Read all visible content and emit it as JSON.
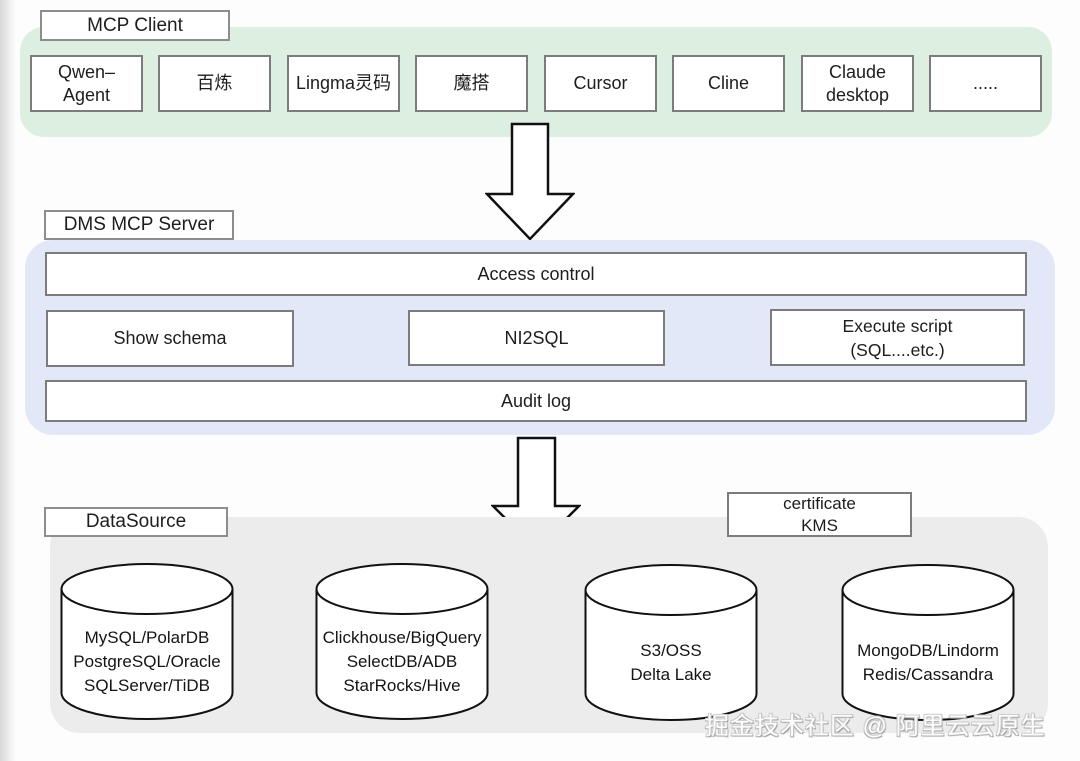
{
  "page": {
    "watermark": "掘金技术社区 @ 阿里云云原生"
  },
  "colors": {
    "client_bg": "#dcefe0",
    "server_bg": "#e3e8f8",
    "datasource_bg": "#ececec",
    "box_border": "#7c7c7c",
    "text": "#1d1d1d"
  },
  "client_section": {
    "label": "MCP Client",
    "items": [
      {
        "label": "Qwen–\nAgent"
      },
      {
        "label": "百炼"
      },
      {
        "label": "Lingma灵码"
      },
      {
        "label": "魔搭"
      },
      {
        "label": "Cursor"
      },
      {
        "label": "Cline"
      },
      {
        "label": "Claude\ndesktop"
      },
      {
        "label": "....."
      }
    ]
  },
  "server_section": {
    "label": "DMS MCP Server",
    "access_control": "Access control",
    "show_schema": "Show schema",
    "nl2sql": "NI2SQL",
    "execute_script": "Execute script\n(SQL....etc.)",
    "audit_log": "Audit log"
  },
  "datasource_section": {
    "label": "DataSource",
    "certificate": "certificate\nKMS",
    "databases": [
      {
        "label": "MySQL/PolarDB\nPostgreSQL/Oracle\nSQLServer/TiDB"
      },
      {
        "label": "Clickhouse/BigQuery\nSelectDB/ADB\nStarRocks/Hive"
      },
      {
        "label": "S3/OSS\nDelta Lake"
      },
      {
        "label": "MongoDB/Lindorm\nRedis/Cassandra"
      }
    ]
  }
}
